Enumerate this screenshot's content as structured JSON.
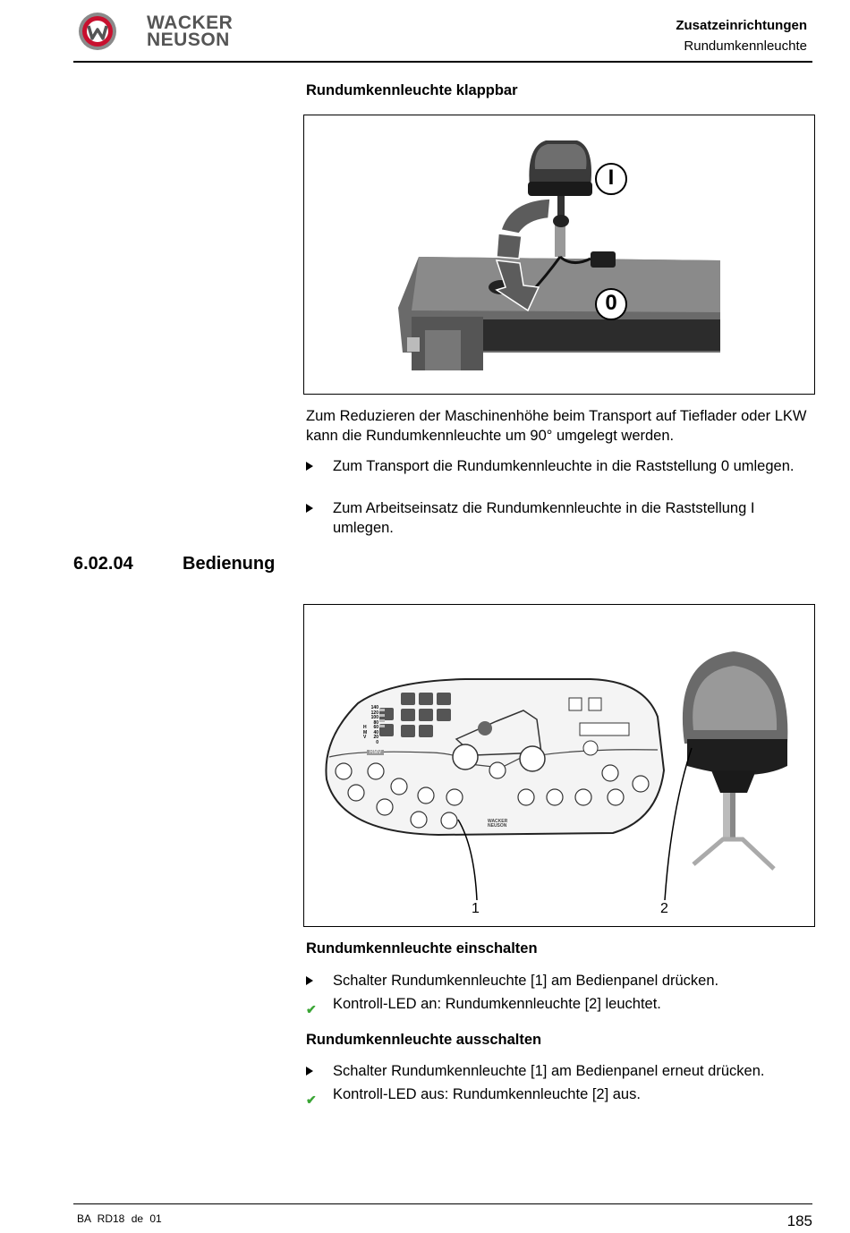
{
  "header": {
    "logo_line1": "WACKER",
    "logo_line2": "NEUSON",
    "chapter": "Zusatzeinrichtungen",
    "topic": "Rundumkennleuchte"
  },
  "section1": {
    "heading": "Rundumkennleuchte klappbar",
    "figure_labels": {
      "upper": "I",
      "lower": "0"
    },
    "intro": "Zum Reduzieren der Maschinenhöhe beim Transport auf Tieflader oder LKW kann die Rundumkennleuchte um 90° umgelegt werden.",
    "bullets": [
      "Zum Transport die Rundumkennleuchte in die Raststellung 0 umlegen.",
      "Zum Arbeitseinsatz die Rundumkennleuchte in die Raststellung I umlegen."
    ]
  },
  "section2": {
    "number": "6.02.04",
    "title": "Bedienung",
    "figure_callouts": [
      "1",
      "2"
    ],
    "panel_text": {
      "speed_scale": [
        "140",
        "120",
        "100",
        "80",
        "60",
        "40",
        "20",
        "0"
      ],
      "side_letters": [
        "H",
        "M",
        "V"
      ],
      "rmv": "RMV",
      "brand_line1": "WACKER",
      "brand_line2": "NEUSON"
    },
    "on_heading": "Rundumkennleuchte einschalten",
    "on_steps": [
      {
        "type": "action",
        "text": "Schalter Rundumkennleuchte [1] am Bedienpanel drücken."
      },
      {
        "type": "result",
        "text": "Kontroll-LED an: Rundumkennleuchte [2] leuchtet."
      }
    ],
    "off_heading": "Rundumkennleuchte ausschalten",
    "off_steps": [
      {
        "type": "action",
        "text": "Schalter Rundumkennleuchte [1] am Bedienpanel erneut drücken."
      },
      {
        "type": "result",
        "text": "Kontroll-LED aus: Rundumkennleuchte [2] aus."
      }
    ]
  },
  "footer": {
    "doc_id": "BA RD18 de 01",
    "page": "185"
  },
  "colors": {
    "check": "#3aa535",
    "logo_red": "#c8102e"
  }
}
